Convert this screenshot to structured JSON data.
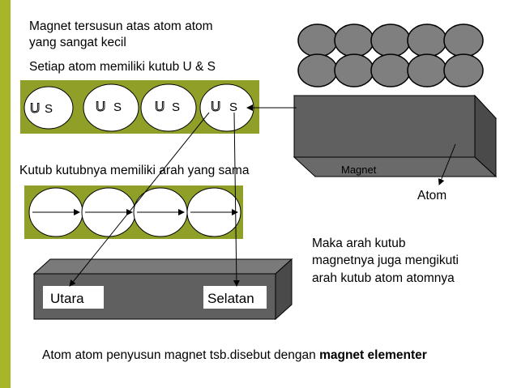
{
  "colors": {
    "sidebar": "#a7b628",
    "atom_band": "#8f9f28",
    "atom_fill": "#ffffff",
    "magnet_face": "#606060",
    "magnet_top": "#7a7a7a",
    "magnet_side": "#4a4a4a",
    "atom_grid_fill": "#7f7f7f"
  },
  "text": {
    "intro_line1": "Magnet tersusun atas atom atom",
    "intro_line2": "yang sangat kecil",
    "intro_line3": "Setiap atom memiliki kutub U & S",
    "same_direction": "Kutub kutubnya memiliki arah yang sama",
    "magnet_label": "Magnet",
    "atom_label": "Atom",
    "conclusion_line1": "Maka arah kutub",
    "conclusion_line2": "magnetnya juga mengikuti",
    "conclusion_line3": "arah kutub atom atomnya",
    "north_label": "Utara",
    "south_label": "Selatan",
    "footer_prefix": "Atom atom penyusun magnet  tsb.disebut dengan ",
    "footer_bold": "magnet elementer"
  },
  "atoms_us": [
    {
      "u": "U",
      "s": "S"
    },
    {
      "u": "U",
      "s": "S"
    },
    {
      "u": "U",
      "s": "S"
    },
    {
      "u": "U",
      "s": "S"
    }
  ],
  "arrow_atom_count": 4,
  "atom_grid": {
    "rows": 2,
    "cols": 5
  }
}
